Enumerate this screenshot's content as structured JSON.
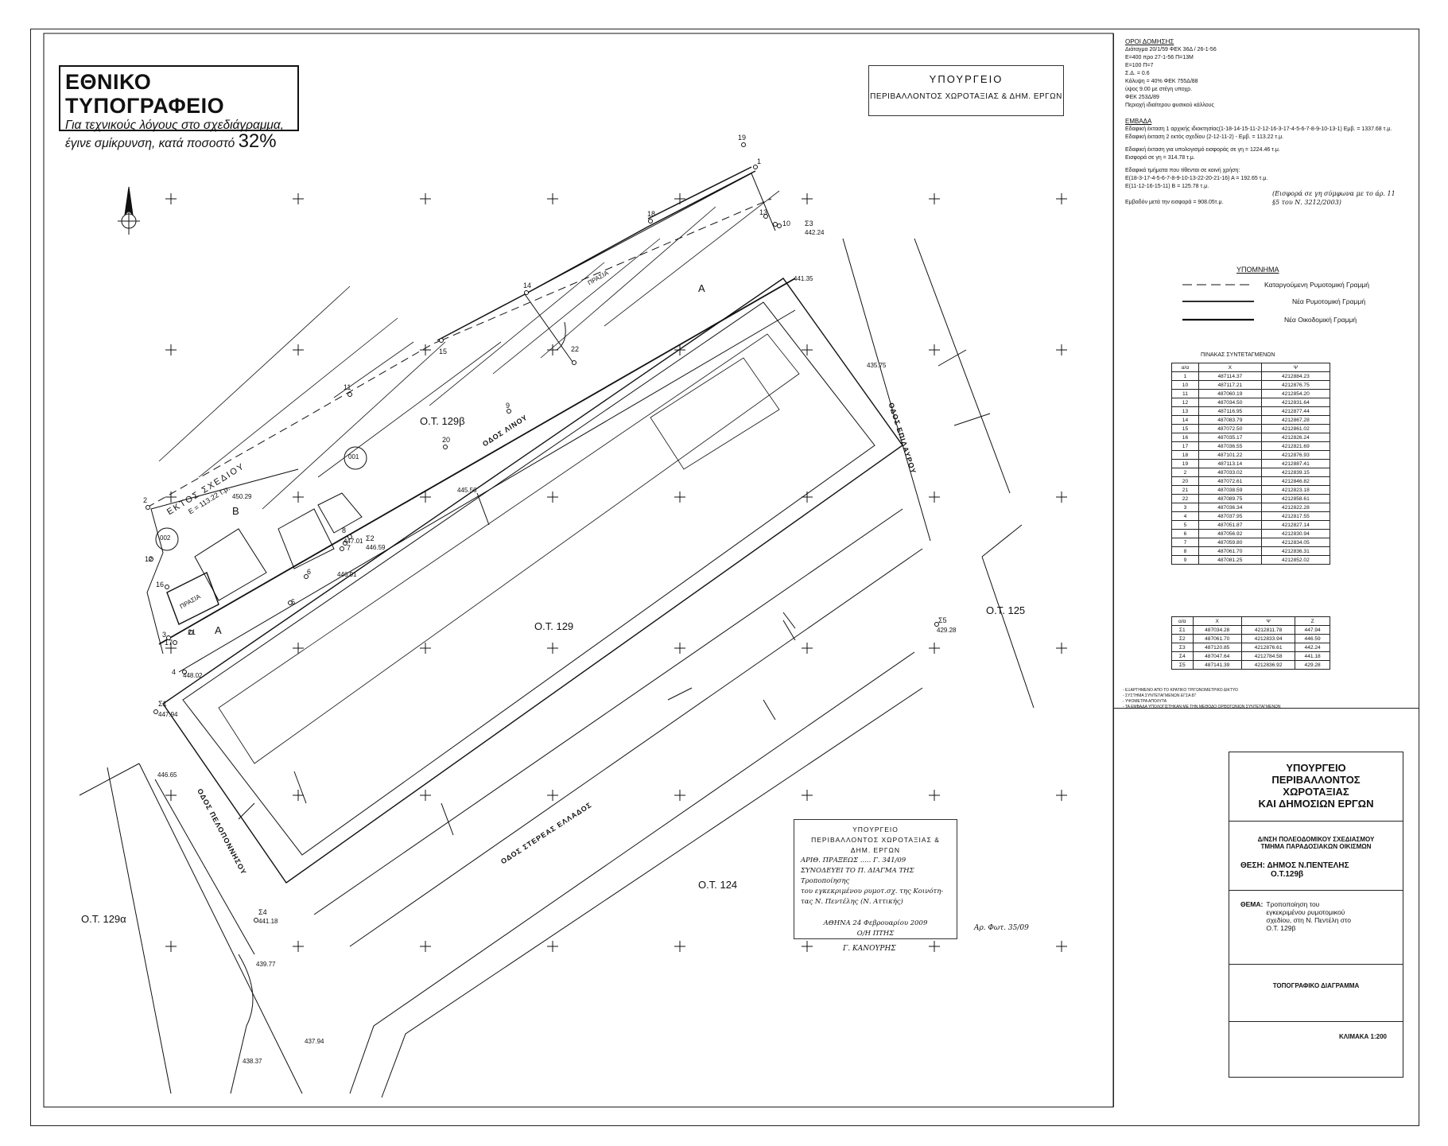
{
  "header": {
    "et_title": "ΕΘΝΙΚΟ ΤΥΠΟΓΡΑΦΕΙΟ",
    "et_note_line1": "Για τεχνικούς λόγους στο σχεδιάγραμμα,",
    "et_note_line2": "έγινε σμίκρυνση, κατά ποσοστό",
    "et_percent": "32%"
  },
  "stamp_top": {
    "line1": "ΥΠΟΥΡΓΕΙΟ",
    "line2": "ΠΕΡΙΒΑΛΛΟΝΤΟΣ ΧΩΡΟΤΑΞΙΑΣ & ΔΗΜ. ΕΡΓΩΝ"
  },
  "stamp_bottom": {
    "line1": "ΥΠΟΥΡΓΕΙΟ",
    "line2": "ΠΕΡΙΒΑΛΛΟΝΤΟΣ ΧΩΡΟΤΑΞΙΑΣ & ΔΗΜ. ΕΡΓΩΝ",
    "line3": "ΑΡΙΘ. ΠΡΑΞΕΩΣ ..... Γ. 341/09",
    "line4": "ΣΥΝΟΔΕΥΕΙ ΤΟ Π. ΔΙΑΓΜΑ ΤΗΣ Τροποποίησης",
    "line5": "του εγκεκριμένου ρυμοτ.σχ. της Κοινότη-",
    "line6": "τας Ν. Πεντέλης (Ν. Αττικής)",
    "line7": "ΑΘΗΝΑ 24 Φεβρουαρίου 2009",
    "line8": "Ο/Η ΠΤΗΣ",
    "sig": "Γ. ΚΑΝΟΥΡΗΣ",
    "ref": "Αρ. Φωτ. 35/09"
  },
  "map": {
    "blocks": {
      "ot129b": "Ο.Τ. 129β",
      "ot129": "Ο.Τ. 129",
      "ot125": "Ο.Τ. 125",
      "ot124": "Ο.Τ. 124",
      "ot129a": "Ο.Τ. 129α"
    },
    "roads": {
      "linou": "ΟΔΟΣ ΛΙΝΟΥ",
      "sterea": "ΟΔΟΣ ΣΤΕΡΕΑΣ ΕΛΛΑΔΟΣ",
      "right_road": "ΟΔΟΣ ΕΠΙΔΑΥΡΟΥ",
      "left_road": "ΟΔΟΣ ΠΕΛΟΠΟΝΝΗΣΟΥ"
    },
    "area_A": "Α",
    "area_B": "Β",
    "outside_plan": "ΕΚΤΟΣ ΣΧΕΔΙΟΥ",
    "outside_area": "Ε = 113.22 τ.μ.",
    "label_001": "001",
    "label_002": "002",
    "label_prasia": "ΠΡΑΣΙΑ",
    "sigma1": "Σ1",
    "sigma1_h": "447.94",
    "sigma2": "Σ2",
    "sigma2_h": "446.59",
    "sigma3": "Σ3",
    "sigma3_h": "442.24",
    "sigma4": "Σ4",
    "sigma4_h": "441.18",
    "sigma5": "Σ5",
    "sigma5_h": "429.28",
    "h1": "441.35",
    "h2": "435.75",
    "h3": "445.56",
    "h4": "450.29",
    "h5": "448.02",
    "h6": "446.65",
    "h7": "439.77",
    "h8": "437.94",
    "h9": "438.37",
    "h10": "447.01",
    "h11": "446.91",
    "points": [
      "19",
      "1",
      "18",
      "13",
      "10",
      "14",
      "22",
      "15",
      "11",
      "9",
      "20",
      "2",
      "12",
      "16",
      "3",
      "17",
      "4",
      "21",
      "5",
      "6",
      "7",
      "8"
    ]
  },
  "side": {
    "oroi_title": "ΟΡΟΙ ΔΟΜΗΣΗΣ",
    "oroi_lines": [
      "Διάταγμα 20/1/59 ΦΕΚ 36Δ / 26-1-56",
      "Ε=400 προ 27-1-56 Π=13Μ",
      "Ε=100    Π=7",
      "Σ.Δ. = 0.6",
      "Κάλυψη = 40%  ΦΕΚ 755Δ/88",
      "ύψος 9.00 με στέγη υποχρ.",
      "ΦΕΚ 253Δ/89",
      "Περιοχή ιδιαίτερου φυσικού κάλλους"
    ],
    "emvada_title": "ΕΜΒΑΔΑ",
    "emvada_lines": [
      "Εδαφική έκταση 1 αρχικής ιδιοκτησίας(1-18-14-15-11-2-12-16-3-17-4-5-6-7-8-9-10-13-1) Εμβ. = 1337.68 τ.μ.",
      "Εδαφική έκταση 2 εκτός σχεδίου (2-12-11-2) - Εμβ. = 113.22 τ.μ.",
      "Εδαφική έκταση για υπολογισμό εισφοράς σε γη = 1224.46 τ.μ.",
      "Εισφορά σε γη   = 314.78 τ.μ.",
      "Εδαφικά τμήματα που τίθενται σε κοινή χρήση:",
      "Ε(18-3-17-4-5-6-7-8-9-10-13-22-20-21-16) Α = 192.65 τ.μ.",
      "Ε(11-12-16-15-11) Β = 125.78 τ.μ.",
      "Εμβαδόν μετά την εισφορά = 908.05τ.μ."
    ],
    "handnote": "(Εισφορά σε γη σύμφωνα με το άρ. 11 §5 του Ν. 3212/2003)",
    "legend_title": "ΥΠΟΜΝΗΜΑ",
    "legend": [
      "Καταργούμενη Ρυμοτομική Γραμμή",
      "Νέα Ρυμοτομική Γραμμή",
      "Νέα Οικοδομική Γραμμή"
    ],
    "coords_title": "ΠΙΝΑΚΑΣ ΣΥΝΤΕΤΑΓΜΕΝΩΝ",
    "coords_head": [
      "α/α",
      "Χ",
      "Ψ"
    ],
    "coords_rows": [
      [
        "1",
        "487114.37",
        "4212884.23"
      ],
      [
        "10",
        "487117.21",
        "4212876.75"
      ],
      [
        "11",
        "487060.19",
        "4212854.20"
      ],
      [
        "12",
        "487034.50",
        "4212831.64"
      ],
      [
        "13",
        "487116.95",
        "4212877.44"
      ],
      [
        "14",
        "487083.79",
        "4212867.28"
      ],
      [
        "15",
        "487072.50",
        "4212861.02"
      ],
      [
        "16",
        "487035.17",
        "4212826.24"
      ],
      [
        "17",
        "487036.55",
        "4212821.69"
      ],
      [
        "18",
        "487101.22",
        "4212876.93"
      ],
      [
        "19",
        "487113.14",
        "4212887.41"
      ],
      [
        "2",
        "487033.02",
        "4212839.15"
      ],
      [
        "20",
        "487072.61",
        "4212846.82"
      ],
      [
        "21",
        "487038.59",
        "4212823.18"
      ],
      [
        "22",
        "487089.75",
        "4212858.61"
      ],
      [
        "3",
        "487036.34",
        "4212822.28"
      ],
      [
        "4",
        "487037.95",
        "4212817.55"
      ],
      [
        "5",
        "487051.87",
        "4212827.14"
      ],
      [
        "6",
        "487056.92",
        "4212830.94"
      ],
      [
        "7",
        "487059.80",
        "4212834.05"
      ],
      [
        "8",
        "487061.70",
        "4212836.31"
      ],
      [
        "9",
        "487081.25",
        "4212852.02"
      ]
    ],
    "coords2_head": [
      "α/α",
      "Χ",
      "Ψ",
      "Ζ"
    ],
    "coords2_rows": [
      [
        "Σ1",
        "487034.28",
        "4212811.78",
        "447.94"
      ],
      [
        "Σ2",
        "487061.70",
        "4212833.94",
        "446.59"
      ],
      [
        "Σ3",
        "487120.85",
        "4212876.61",
        "442.24"
      ],
      [
        "Σ4",
        "487047.64",
        "4212784.58",
        "441.18"
      ],
      [
        "Σ5",
        "487141.39",
        "4212836.92",
        "429.28"
      ]
    ],
    "notes": [
      "- ΕΞΑΡΤΗΜΕΝΟ ΑΠΟ ΤΟ ΚΡΑΤΙΚΟ ΤΡΙΓΩΝΟΜΕΤΡΙΚΟ ΔΙΚΤΥΟ",
      "- ΣΥΣΤΗΜΑ ΣΥΝΤΕΤΑΓΜΕΝΩΝ ΕΓΣΑ 87",
      "- ΥΨΟΜΕΤΡΑ ΑΠΟΛΥΤΑ",
      "- ΤΑ ΕΜΒΑΔΑ ΥΠΟΛΟΓΙΣΤΗΚΑΝ ΜΕ ΤΗΝ ΜΕΘΟΔΟ ΟΡΘΟΓΩΝΙΩΝ ΣΥΝΤΕΤΑΓΜΕΝΩΝ"
    ]
  },
  "title_block": {
    "ministry1": "ΥΠΟΥΡΓΕΙΟ",
    "ministry2": "ΠΕΡΙΒΑΛΛΟΝΤΟΣ",
    "ministry3": "ΧΩΡΟΤΑΞΙΑΣ",
    "ministry4": "ΚΑΙ ΔΗΜΟΣΙΩΝ ΕΡΓΩΝ",
    "dept1": "Δ/ΝΣΗ ΠΟΛΕΟΔΟΜΙΚΟΥ ΣΧΕΔΙΑΣΜΟΥ",
    "dept2": "ΤΜΗΜΑ ΠΑΡΑΔΟΣΙΑΚΩΝ ΟΙΚΙΣΜΩΝ",
    "thesi_label": "ΘΕΣΗ:",
    "thesi_value1": "ΔΗΜΟΣ Ν.ΠΕΝΤΕΛΗΣ",
    "thesi_value2": "Ο.Τ.129β",
    "thema_label": "ΘΕΜΑ:",
    "thema_value": "Τροποποίηση του εγκεκριμένου ρυμοτομικού σχεδίου, στη Ν. Πεντέλη στο Ο.Τ. 129β",
    "diagram": "ΤΟΠΟΓΡΑΦΙΚΟ   ΔΙΑΓΡΑΜΜΑ",
    "scale": "ΚΛΙΜΑΚΑ 1:200"
  }
}
